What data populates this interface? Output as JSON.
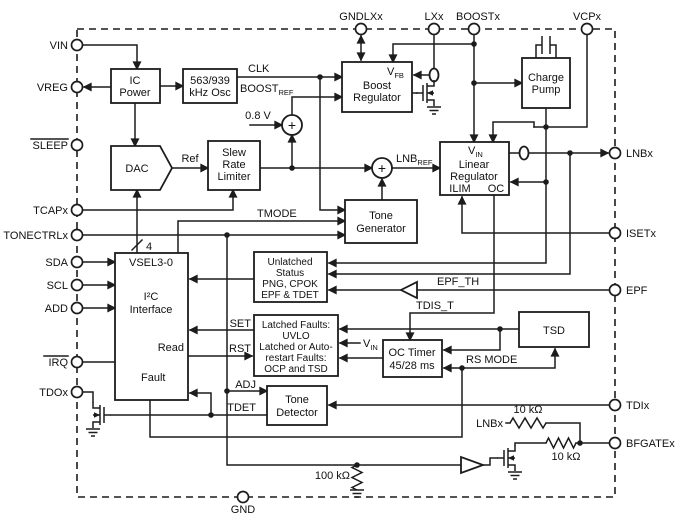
{
  "pins": {
    "left": [
      "VIN",
      "VREG",
      "SLEEP",
      "TCAPx",
      "TONECTRLx",
      "SDA",
      "SCL",
      "ADD",
      "IRQ",
      "TDOx"
    ],
    "top": [
      "GNDLXx",
      "LXx",
      "BOOSTx",
      "VCPx"
    ],
    "right": [
      "LNBx",
      "ISETx",
      "EPF",
      "TDIx",
      "BFGATEx"
    ],
    "bottom": [
      "GND"
    ]
  },
  "blocks": {
    "ic_power": [
      "IC",
      "Power"
    ],
    "osc": [
      "563/939",
      "kHz Osc"
    ],
    "dac": "DAC",
    "slew": [
      "Slew",
      "Rate",
      "Limiter"
    ],
    "boost": [
      "Boost",
      "Regulator"
    ],
    "charge_pump": [
      "Charge",
      "Pump"
    ],
    "linear": [
      "Linear",
      "Regulator"
    ],
    "linear_ilim": "ILIM",
    "linear_oc": "OC",
    "tone_gen": [
      "Tone",
      "Generator"
    ],
    "unlatched": [
      "Unlatched",
      "Status",
      "PNG, CPOK",
      "EPF & TDET"
    ],
    "i2c_vsel": "VSEL3-0",
    "i2c": [
      "I²C",
      "Interface"
    ],
    "i2c_read": "Read",
    "i2c_fault": "Fault",
    "latched": [
      "Latched Faults:",
      "UVLO",
      "Latched or Auto-",
      "restart Faults:",
      "OCP and TSD"
    ],
    "oc_timer": [
      "OC Timer",
      "45/28 ms"
    ],
    "tsd": "TSD",
    "tone_det": [
      "Tone",
      "Detector"
    ]
  },
  "signals": {
    "clk": "CLK",
    "boost_ref_base": "BOOST",
    "boost_ref_sub": "REF",
    "v_08": "0.8 V",
    "ref": "Ref",
    "lnb_ref_base": "LNB",
    "lnb_ref_sub": "REF",
    "v_fb_base": "V",
    "v_fb_sub": "FB",
    "v_in_base": "V",
    "v_in_sub": "IN",
    "v_in2_base": "V",
    "v_in2_sub": "IN",
    "tmode": "TMODE",
    "bus_width": "4",
    "epf_th": "EPF_TH",
    "tdis_t": "TDIS_T",
    "rs_mode": "RS MODE",
    "set": "SET",
    "rst": "RST",
    "adj": "ADJ",
    "tdet": "TDET",
    "lnb_net": "LNBx",
    "plus": "+"
  },
  "components": {
    "r_top": "10 kΩ",
    "r_bottom": "10 kΩ",
    "r_pulldown": "100 kΩ"
  }
}
